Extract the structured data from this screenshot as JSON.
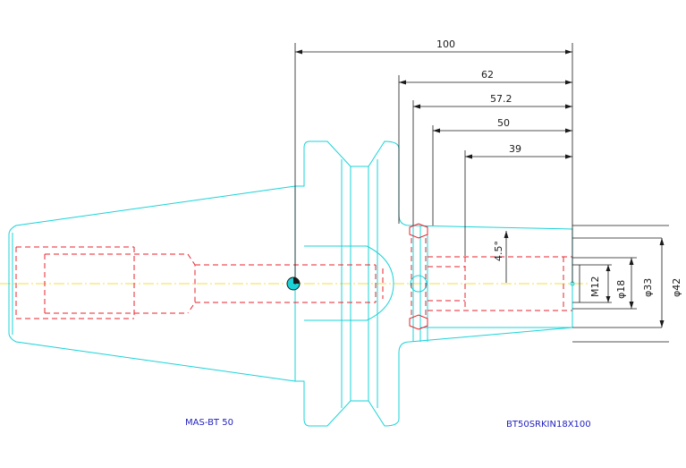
{
  "dimensions": {
    "d100": "100",
    "d62": "62",
    "d57_2": "57.2",
    "d50": "50",
    "d39": "39",
    "angle": "4.5°",
    "m12": "M12",
    "phi18": "φ18",
    "phi33": "φ33",
    "phi42": "φ42"
  },
  "labels": {
    "left": "MAS-BT 50",
    "right": "BT50SRKIN18X100"
  },
  "colors": {
    "outline": "#19d3d8",
    "hidden": "#e8232e",
    "dimension": "#1a1a1a",
    "centerline": "#f0e040",
    "label": "#1f1fbf"
  }
}
